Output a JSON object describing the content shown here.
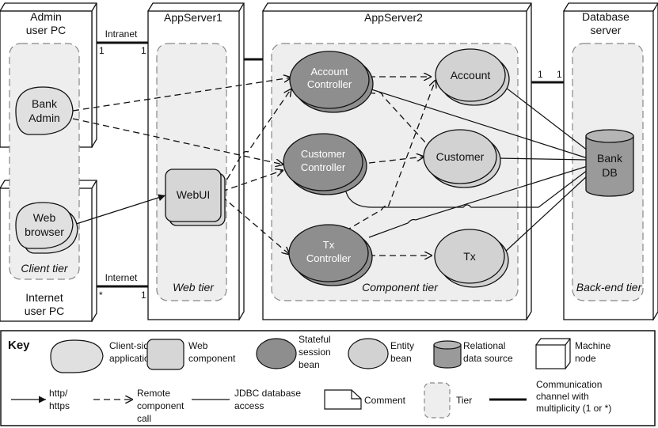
{
  "machines": {
    "admin_pc": [
      "Admin",
      "user PC"
    ],
    "internet_pc": [
      "Internet",
      "user PC"
    ],
    "appserver1": "AppServer1",
    "appserver2": "AppServer2",
    "db_server": [
      "Database",
      "server"
    ]
  },
  "tiers": {
    "client": "Client tier",
    "web": "Web tier",
    "component": "Component tier",
    "backend": "Back-end tier"
  },
  "components": {
    "bank_admin": [
      "Bank",
      "Admin"
    ],
    "web_browser": [
      "Web",
      "browser"
    ],
    "webui": "WebUI",
    "account_controller": [
      "Account",
      "Controller"
    ],
    "customer_controller": [
      "Customer",
      "Controller"
    ],
    "tx_controller": [
      "Tx",
      "Controller"
    ],
    "account": "Account",
    "customer": "Customer",
    "tx": "Tx",
    "bank_db": [
      "Bank",
      "DB"
    ]
  },
  "channels": {
    "intranet": "Intranet",
    "internet": "Internet",
    "mult_one": "1",
    "mult_star": "*"
  },
  "key": {
    "title": "Key",
    "client_app": [
      "Client-side",
      "application"
    ],
    "web_component": [
      "Web",
      "component"
    ],
    "stateful_bean": [
      "Stateful",
      "session",
      "bean"
    ],
    "entity_bean": [
      "Entity",
      "bean"
    ],
    "relational_source": [
      "Relational",
      "data source"
    ],
    "machine_node": [
      "Machine",
      "node"
    ],
    "http": [
      "http/",
      "https"
    ],
    "remote_call": [
      "Remote",
      "component",
      "call"
    ],
    "jdbc": [
      "JDBC database",
      "access"
    ],
    "comment": "Comment",
    "tier": "Tier",
    "comm_channel": [
      "Communication",
      "channel with",
      "multiplicity (1 or *)"
    ]
  },
  "colors": {
    "tier_fill": "#eeeeee",
    "component_fill": "#d6d6d6",
    "session_bean_fill": "#8e8e8e",
    "entity_bean_fill": "#d2d2d2",
    "machine_fill": "#ffffff"
  }
}
